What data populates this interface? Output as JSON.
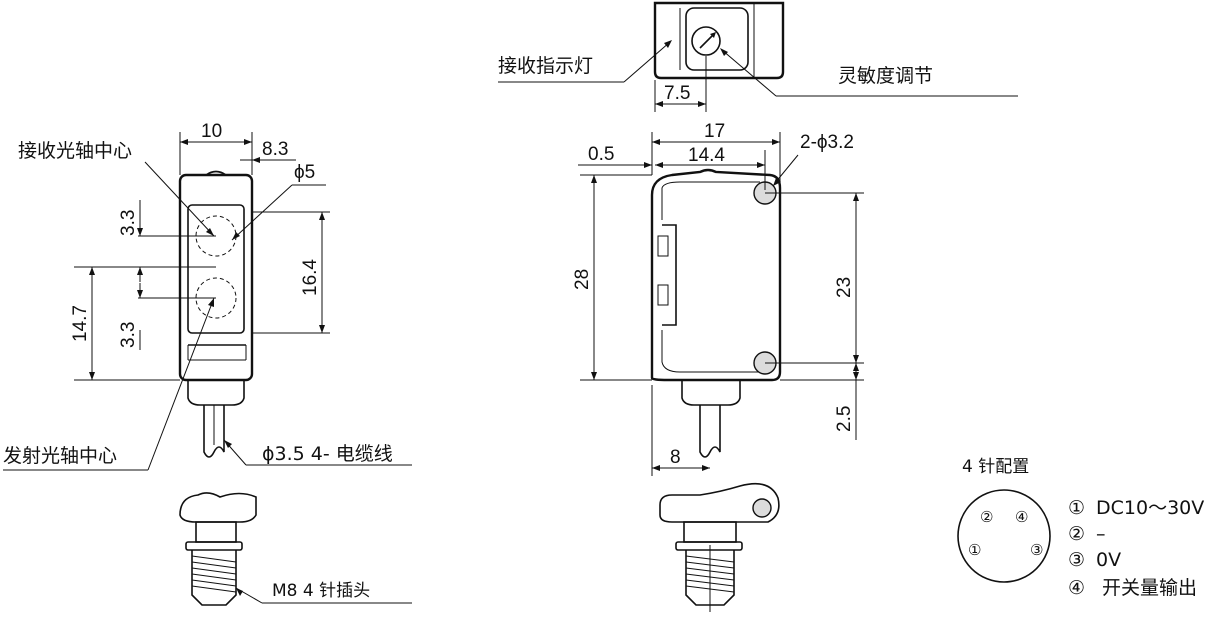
{
  "labels": {
    "receiver_axis": "接收光轴中心",
    "emitter_axis": "发射光轴中心",
    "receive_indicator": "接收指示灯",
    "sensitivity_adjust": "灵敏度调节",
    "cable": "ϕ3.5 4- 电缆线",
    "connector": "M8  4 针插头",
    "pin_config_title": "4 针配置",
    "hole_spec": "2-ϕ3.2",
    "phi5": "ϕ5"
  },
  "dims": {
    "width_10": "10",
    "offset_8_3": "8.3",
    "d_3_3_top": "3.3",
    "d_3_3_bottom": "3.3",
    "d_14_7": "14.7",
    "d_16_4": "16.4",
    "d_7_5": "7.5",
    "d_17": "17",
    "d_0_5": "0.5",
    "d_14_4": "14.4",
    "d_28": "28",
    "d_23": "23",
    "d_2_5": "2.5",
    "d_8": "8"
  },
  "pins": {
    "positions": [
      "②",
      "④",
      "①",
      "③"
    ],
    "legend": [
      {
        "num": "①",
        "text": "DC10～30V"
      },
      {
        "num": "②",
        "text": "–"
      },
      {
        "num": "③",
        "text": "0V"
      },
      {
        "num": "④",
        "text": "开关量输出"
      }
    ]
  }
}
